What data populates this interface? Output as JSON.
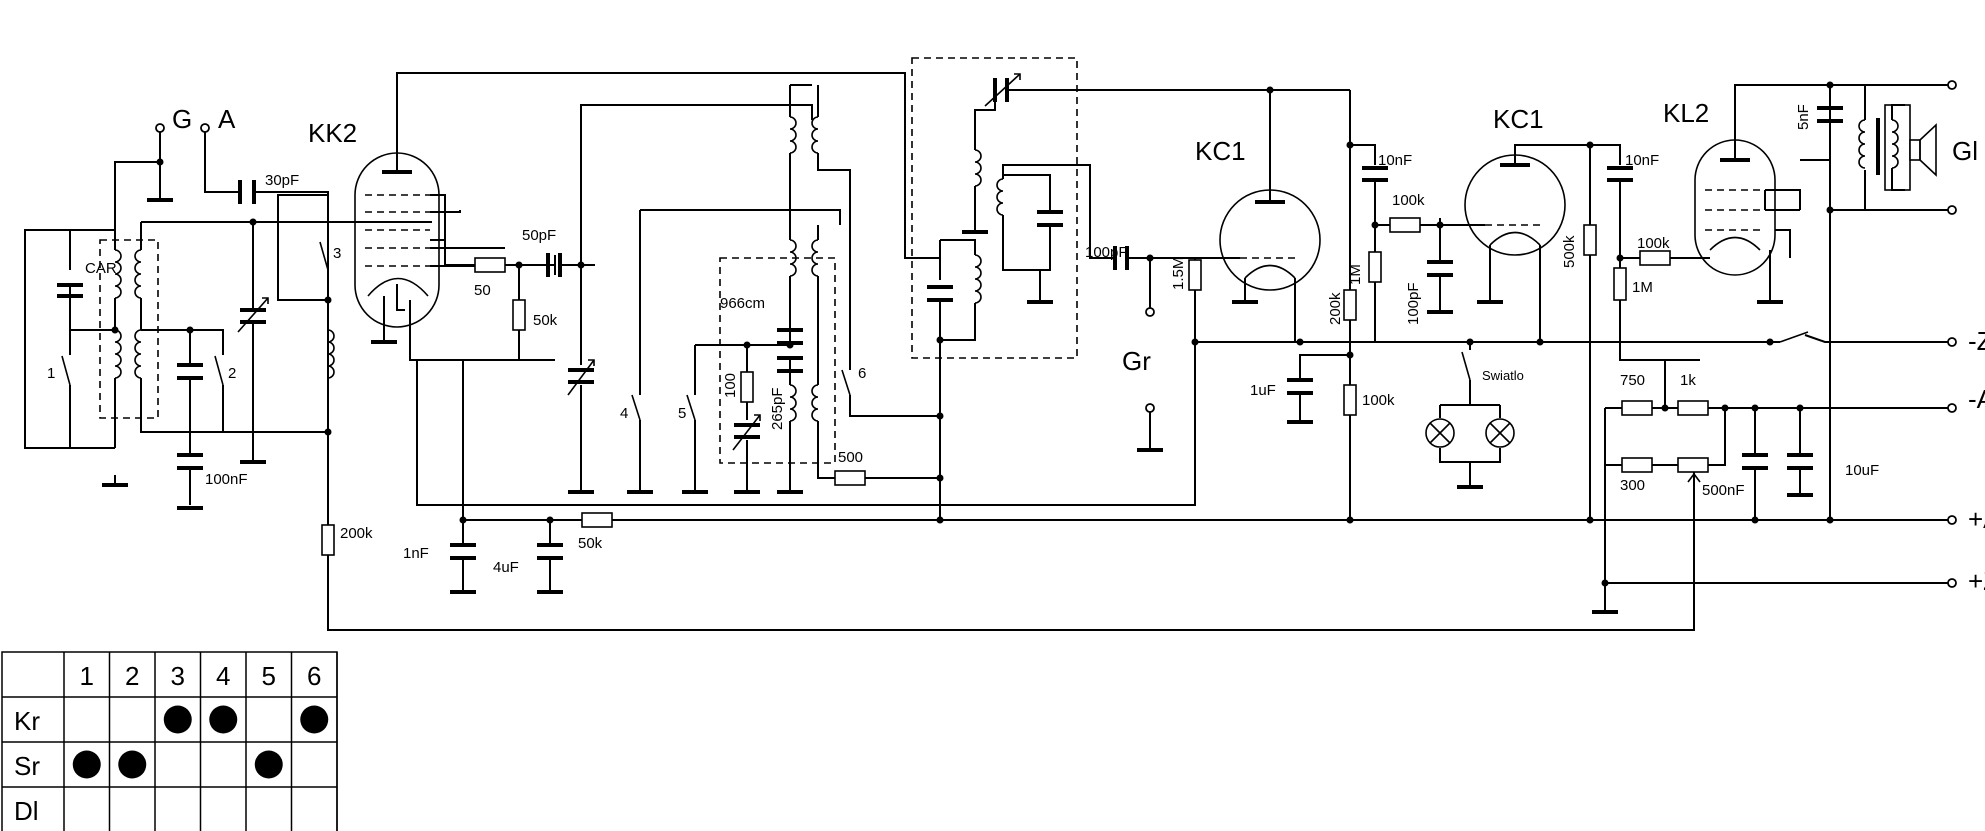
{
  "tubes": [
    "KK2",
    "KC1",
    "KC1",
    "KL2"
  ],
  "terminals": {
    "antenna_g": "G",
    "antenna_a": "A",
    "pickup": "Gr",
    "speaker": "Gl",
    "rails": [
      "-Z",
      "-A",
      "+A",
      "+Z"
    ]
  },
  "labels": {
    "car": "CAR",
    "lamp": "Swiatlo",
    "c30p": "30pF",
    "c50p": "50pF",
    "c100n": "100nF",
    "c966": "966cm",
    "c265": "265pF",
    "c100p_grid": "100pF",
    "c10n_a": "10nF",
    "c10n_b": "10nF",
    "c100p_b": "100pF",
    "c5n": "5nF",
    "c1u": "1uF",
    "c1n": "1nF",
    "c4u": "4uF",
    "c500n": "500nF",
    "c10u": "10uF",
    "r50": "50",
    "r50k_a": "50k",
    "r50k_b": "50k",
    "r200k_a": "200k",
    "r100": "100",
    "r500": "500",
    "r1m5": "1.5M",
    "r200k_b": "200k",
    "r1m_a": "1M",
    "r100k_a": "100k",
    "r100k_b": "100k",
    "r500k": "500k",
    "r1m_b": "1M",
    "r100k_c": "100k",
    "r750": "750",
    "r1k": "1k",
    "r300": "300",
    "sw1": "1",
    "sw2": "2",
    "sw3": "3",
    "sw4": "4",
    "sw5": "5",
    "sw6": "6"
  },
  "switch_table": {
    "columns": [
      "1",
      "2",
      "3",
      "4",
      "5",
      "6"
    ],
    "rows": [
      {
        "label": "Kr",
        "on": [
          false,
          false,
          true,
          true,
          false,
          true
        ]
      },
      {
        "label": "Sr",
        "on": [
          true,
          true,
          false,
          false,
          true,
          false
        ]
      },
      {
        "label": "Dl",
        "on": [
          false,
          false,
          false,
          false,
          false,
          false
        ]
      }
    ]
  }
}
